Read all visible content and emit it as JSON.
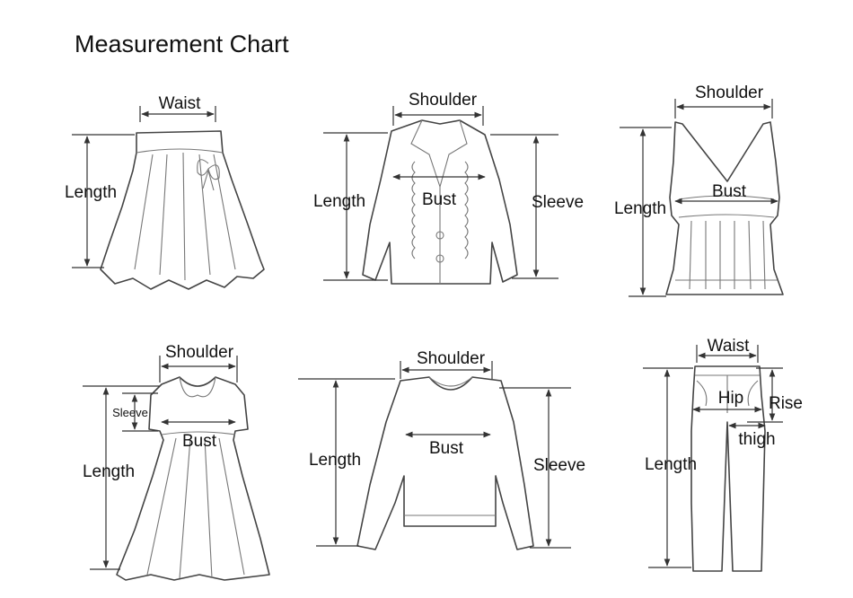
{
  "title": "Measurement Chart",
  "skirt": {
    "waist": "Waist",
    "length": "Length"
  },
  "jacket": {
    "shoulder": "Shoulder",
    "length": "Length",
    "bust": "Bust",
    "sleeve": "Sleeve"
  },
  "camisole": {
    "shoulder": "Shoulder",
    "bust": "Bust",
    "length": "Length"
  },
  "dress": {
    "shoulder": "Shoulder",
    "sleeve": "Sleeve",
    "bust": "Bust",
    "length": "Length"
  },
  "sweater": {
    "shoulder": "Shoulder",
    "bust": "Bust",
    "length": "Length",
    "sleeve": "Sleeve"
  },
  "pants": {
    "waist": "Waist",
    "hip": "Hip",
    "rise": "Rise",
    "thigh": "thigh",
    "length": "Length"
  }
}
